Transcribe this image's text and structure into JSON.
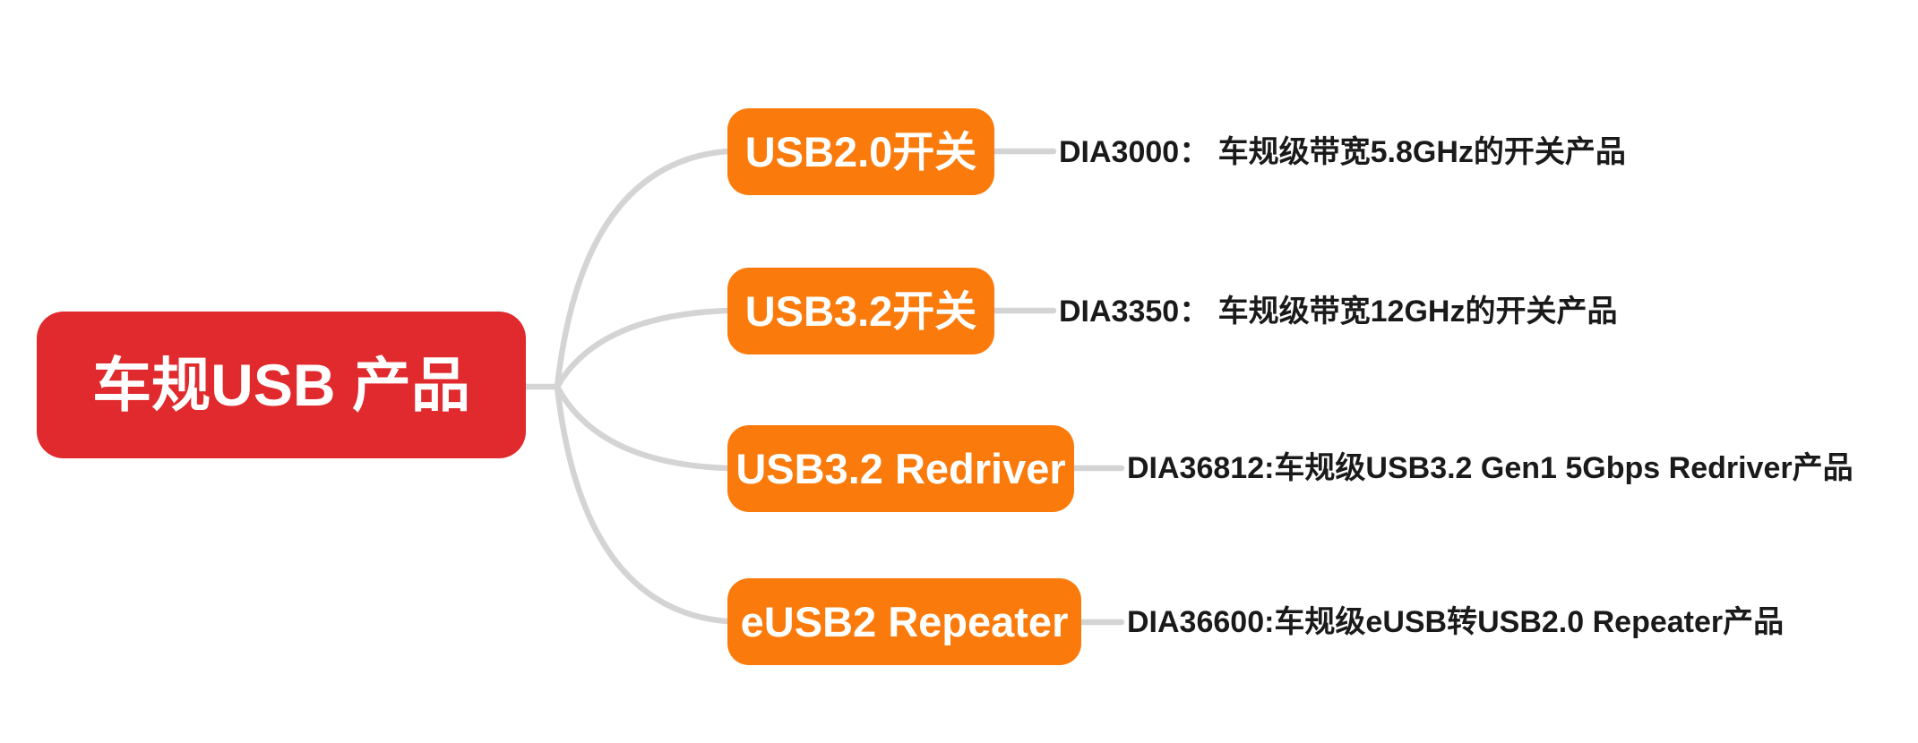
{
  "root": {
    "label": "车规USB 产品"
  },
  "branches": [
    {
      "label": "USB2.0开关",
      "description": "DIA3000： 车规级带宽5.8GHz的开关产品"
    },
    {
      "label": "USB3.2开关",
      "description": "DIA3350： 车规级带宽12GHz的开关产品"
    },
    {
      "label": "USB3.2 Redriver",
      "description": "DIA36812:车规级USB3.2 Gen1 5Gbps Redriver产品"
    },
    {
      "label": "eUSB2 Repeater",
      "description": "DIA36600:车规级eUSB转USB2.0 Repeater产品"
    }
  ],
  "colors": {
    "root_bg": "#e12a2d",
    "branch_bg": "#fa7b0c",
    "connector": "#d4d4d4",
    "text_light": "#ffffff",
    "text_dark": "#1a1a1a",
    "background": "#ffffff"
  }
}
